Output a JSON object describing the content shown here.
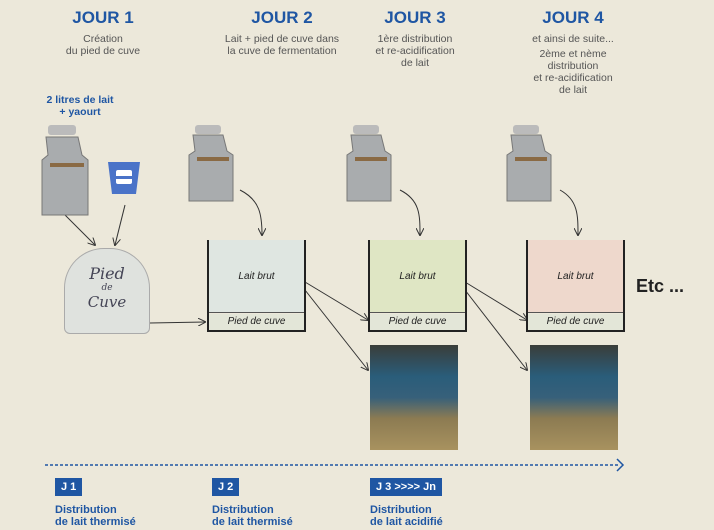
{
  "days": [
    {
      "title": "JOUR 1",
      "desc_lines": [
        "Création",
        "du pied de cuve"
      ]
    },
    {
      "title": "JOUR 2",
      "desc_lines": [
        "Lait + pied de cuve dans",
        "la cuve de fermentation"
      ]
    },
    {
      "title": "JOUR 3",
      "desc_lines": [
        "1ère distribution",
        "et re-acidification",
        "de lait"
      ]
    },
    {
      "title": "JOUR 4",
      "desc_lines": [
        "et ainsi de suite...",
        "2ème et nème",
        "distribution",
        "et re-acidification",
        "de lait"
      ]
    }
  ],
  "ingredients": [
    "2 litres de lait",
    "+ yaourt"
  ],
  "bucket_label": [
    "Pied",
    "de",
    "Cuve"
  ],
  "tank": {
    "top": "Lait brut",
    "bottom": "Pied de cuve"
  },
  "tank_colors": [
    "#dfe6e1",
    "#dfe6c4",
    "#eed8cc"
  ],
  "etc": "Etc ...",
  "timeline": [
    {
      "badge": "J 1",
      "lines": [
        "Distribution",
        "de lait thermisé"
      ]
    },
    {
      "badge": "J 2",
      "lines": [
        "Distribution",
        "de lait thermisé"
      ]
    },
    {
      "badge": "J 3 >>>> Jn",
      "lines": [
        "Distribution",
        "de lait acidifié"
      ]
    }
  ]
}
